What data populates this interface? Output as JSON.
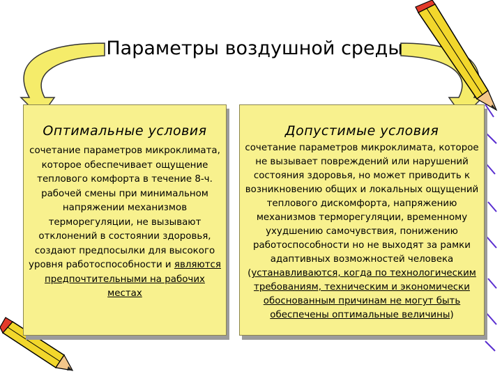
{
  "title": "Параметры воздушной среды",
  "optimal": {
    "heading": "Оптимальные условия",
    "text_before": "сочетание параметров микроклимата, которое обеспечивает ощущение теплового комфорта в течение 8-ч. рабочей смены при минимальном напряжении механизмов терморегуляции, не вызывают отклонений в состоянии здоровья, создают предпосылки для высокого уровня работоспособности и ",
    "text_underlined": "являются предпочтительными на рабочих местах"
  },
  "permissible": {
    "heading": "Допустимые условия",
    "text_before": "сочетание параметров микроклимата, которое не вызывает повреждений или нарушений состояния здоровья, но может приводить к возникновению общих и локальных ощущений теплового дискомфорта, напряжению механизмов терморегуляции, временному ухудшению самочувствия, понижению работоспособности но не выходят за рамки адаптивных возможностей человека (",
    "text_underlined": "устанавливаются, когда по технологическим требованиям, техническим и экономически обоснованным причинам не могут быть обеспечены оптимальные величины",
    "text_after": ")"
  }
}
